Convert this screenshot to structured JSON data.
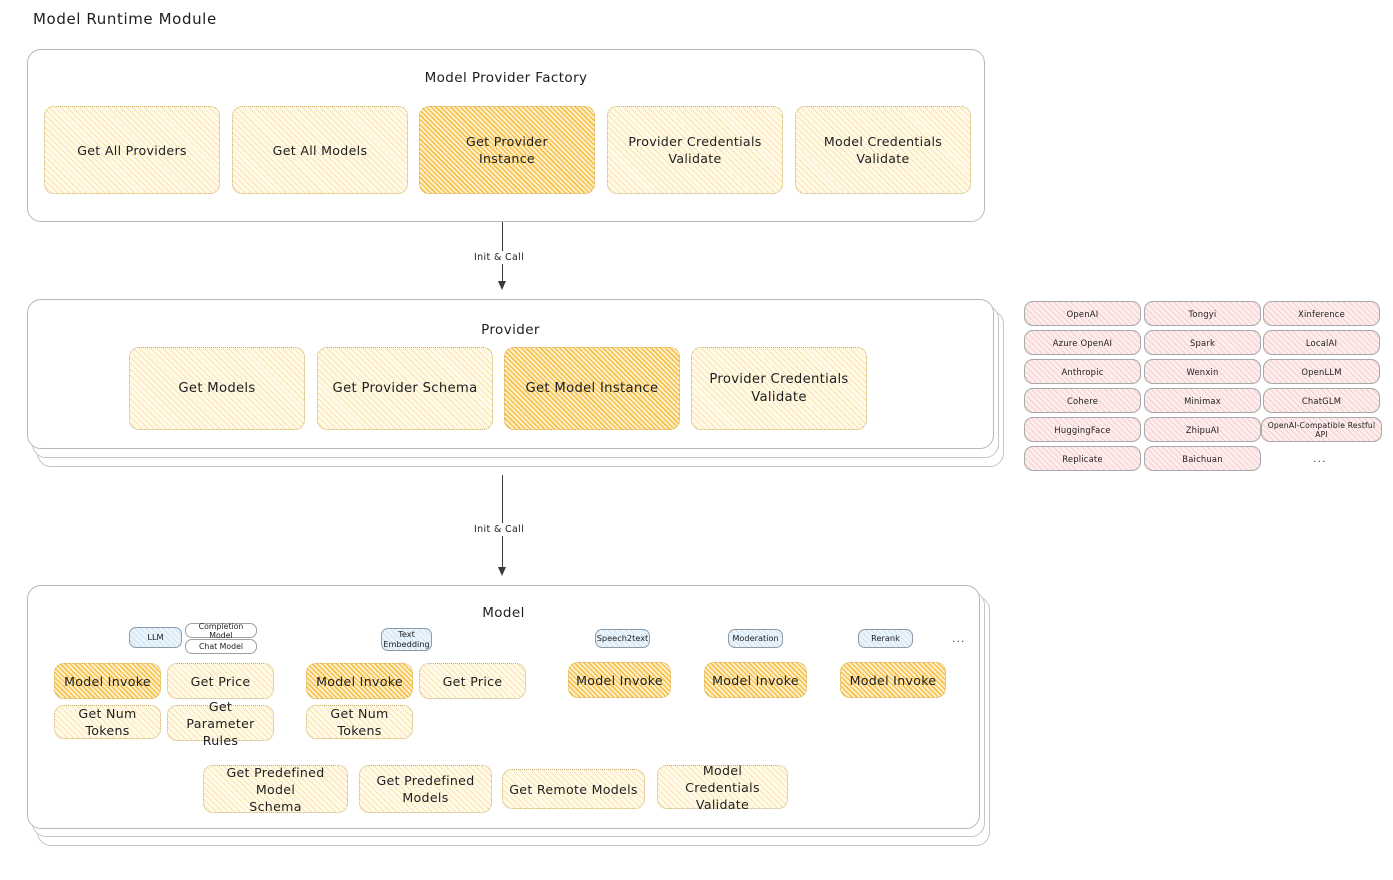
{
  "page": {
    "title": "Model Runtime Module"
  },
  "colors": {
    "accent_light": "#fffaeb",
    "accent_strong": "#fdf0d0",
    "hatch_yellow": "#fad26e",
    "hatch_orange": "#f7bc38",
    "pill_pink": "#fdeeee",
    "badge_blue": "#eaf4fb",
    "stroke": "#1e1e1e"
  },
  "layers": {
    "factory": {
      "title": "Model Provider Factory",
      "boxes": [
        {
          "label": "Get All Providers",
          "highlight": false
        },
        {
          "label": "Get All Models",
          "highlight": false
        },
        {
          "label": "Get Provider\nInstance",
          "highlight": true
        },
        {
          "label": "Provider Credentials\nValidate",
          "highlight": false
        },
        {
          "label": "Model Credentials\nValidate",
          "highlight": false
        }
      ]
    },
    "provider": {
      "title": "Provider",
      "boxes": [
        {
          "label": "Get Models",
          "highlight": false
        },
        {
          "label": "Get Provider Schema",
          "highlight": false
        },
        {
          "label": "Get Model Instance",
          "highlight": true
        },
        {
          "label": "Provider Credentials\nValidate",
          "highlight": false
        }
      ]
    },
    "model": {
      "title": "Model",
      "groups": [
        {
          "badge": "LLM",
          "sub_badges": [
            "Completion Model",
            "Chat Model"
          ],
          "boxes": [
            {
              "label": "Model Invoke",
              "highlight": true
            },
            {
              "label": "Get Price",
              "highlight": false
            },
            {
              "label": "Get Num Tokens",
              "highlight": false
            },
            {
              "label": "Get Parameter\nRules",
              "highlight": false
            }
          ]
        },
        {
          "badge": "Text\nEmbedding",
          "sub_badges": [],
          "boxes": [
            {
              "label": "Model Invoke",
              "highlight": true
            },
            {
              "label": "Get Price",
              "highlight": false
            },
            {
              "label": "Get Num Tokens",
              "highlight": false
            }
          ]
        },
        {
          "badge": "Speech2text",
          "sub_badges": [],
          "boxes": [
            {
              "label": "Model Invoke",
              "highlight": true
            }
          ]
        },
        {
          "badge": "Moderation",
          "sub_badges": [],
          "boxes": [
            {
              "label": "Model Invoke",
              "highlight": true
            }
          ]
        },
        {
          "badge": "Rerank",
          "sub_badges": [],
          "boxes": [
            {
              "label": "Model Invoke",
              "highlight": true
            }
          ]
        }
      ],
      "more_indicator": "...",
      "common_boxes": [
        {
          "label": "Get Predefined Model\nSchema"
        },
        {
          "label": "Get Predefined\nModels"
        },
        {
          "label": "Get Remote Models"
        },
        {
          "label": "Model Credentials\nValidate"
        }
      ]
    }
  },
  "arrows": [
    {
      "label": "Init & Call"
    },
    {
      "label": "Init & Call"
    }
  ],
  "provider_list": {
    "columns": [
      [
        "OpenAI",
        "Azure OpenAI",
        "Anthropic",
        "Cohere",
        "HuggingFace",
        "Replicate"
      ],
      [
        "Tongyi",
        "Spark",
        "Wenxin",
        "Minimax",
        "ZhipuAI",
        "Baichuan"
      ],
      [
        "Xinference",
        "LocalAI",
        "OpenLLM",
        "ChatGLM",
        "OpenAI-Compatible Restful API"
      ]
    ],
    "more_indicator": "..."
  }
}
